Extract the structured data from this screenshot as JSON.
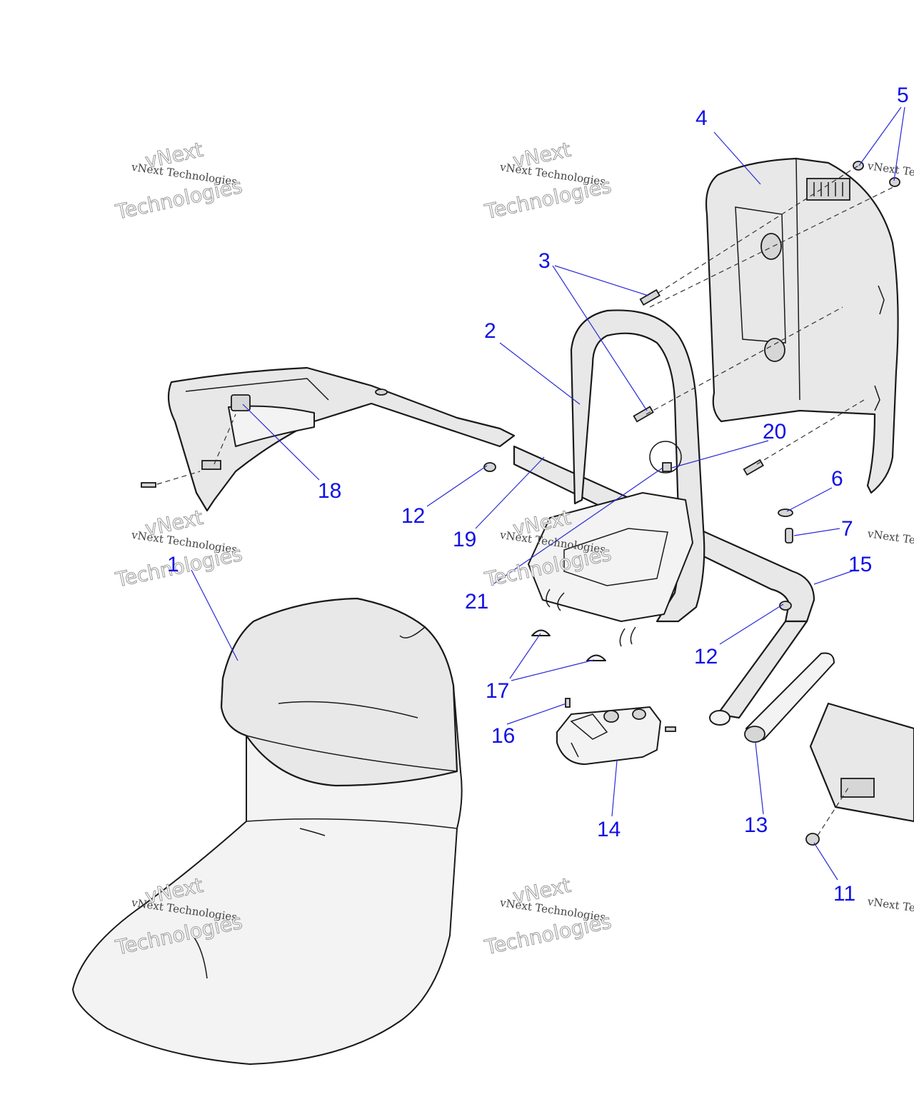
{
  "watermark": {
    "line_small": "vNext Technologies",
    "line_big_top": "vNext",
    "line_big_bottom": "Technologies"
  },
  "callouts": [
    "1",
    "2",
    "3",
    "4",
    "5",
    "6",
    "7",
    "11",
    "12",
    "12",
    "13",
    "14",
    "15",
    "16",
    "17",
    "18",
    "19",
    "20",
    "21"
  ],
  "colors": {
    "callout": "#1010e6",
    "leader": "#2a2ad6",
    "part_fill": "#e8e8e8",
    "outline": "#1a1a1a"
  }
}
